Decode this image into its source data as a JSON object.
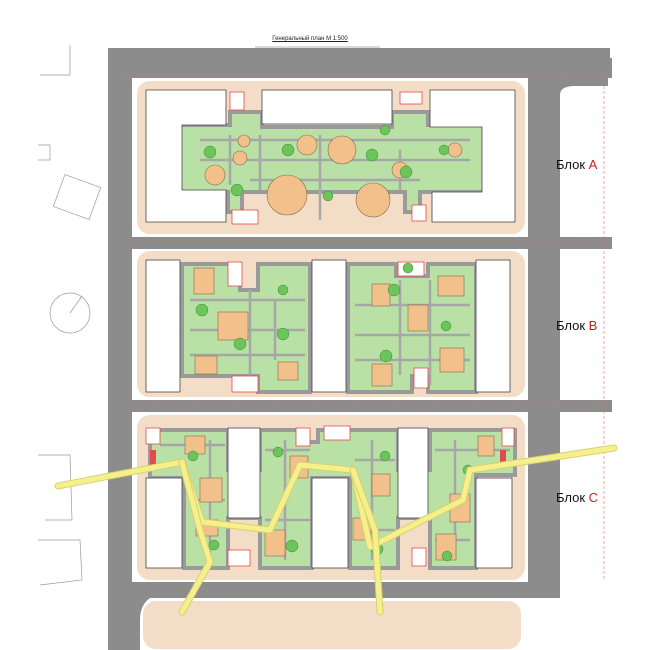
{
  "title": "Генеральный план М 1:500",
  "blocks": [
    {
      "word": "Блок",
      "letter": "А"
    },
    {
      "word": "Блок",
      "letter": "В"
    },
    {
      "word": "Блок",
      "letter": "С"
    }
  ],
  "colors": {
    "road": "#8c8c8c",
    "sidewalk": "#f4ddc6",
    "courtyard": "#b9e0a5",
    "path": "#a7a7a7",
    "building": "#ffffff",
    "playground": "#f1c08b",
    "tree": "#6cc45a",
    "pedestrian": "#f5f08c",
    "label_accent": "#d11a1a",
    "stairs": "#e04b4b"
  },
  "icons": [
    "tree-icon",
    "north-arrow-icon",
    "stairs-icon"
  ]
}
